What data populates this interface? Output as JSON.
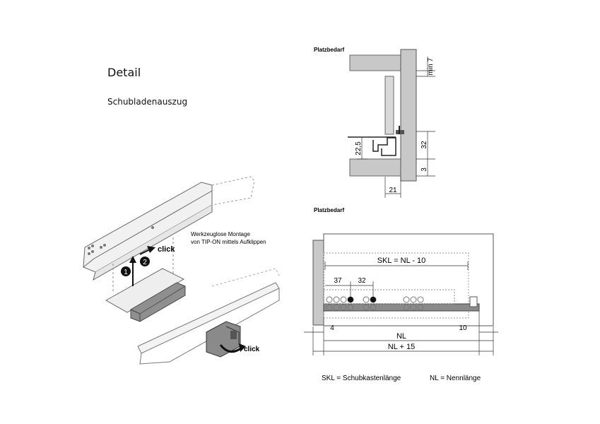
{
  "header": {
    "title": "Detail",
    "subtitle": "Schubladenauszug"
  },
  "mounting": {
    "caption_line1": "Werkzeuglose Montage",
    "caption_line2": "von TIP-ON mittels Aufklippen",
    "click_top": "click",
    "click_bottom": "click",
    "step1": "1",
    "step2": "2"
  },
  "cross_section": {
    "title": "Platzbedarf",
    "min_label": "min 7",
    "dim_32": "32",
    "dim_22_5": "22,5",
    "dim_3": "3",
    "dim_21": "21"
  },
  "length_diagram": {
    "title": "Platzbedarf",
    "skl_formula": "SKL = NL - 10",
    "dim_37": "37",
    "dim_32": "32",
    "dim_4": "4",
    "dim_10": "10",
    "nl": "NL",
    "nl_plus": "NL + 15",
    "legend_skl": "SKL = Schubkastenlänge",
    "legend_nl": "NL = Nennlänge"
  }
}
